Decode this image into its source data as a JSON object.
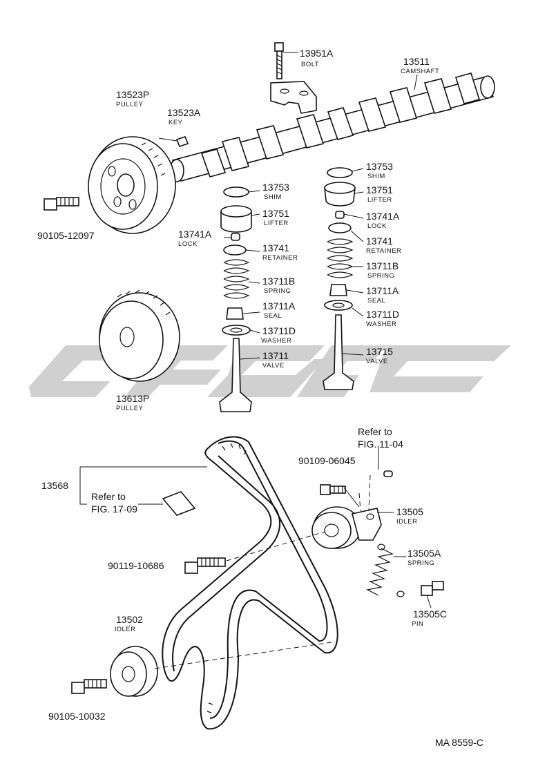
{
  "labels": {
    "bolt_13951a": {
      "pn": "13951A",
      "name": "BOLT"
    },
    "camshaft_13511": {
      "pn": "13511",
      "name": "CAMSHAFT"
    },
    "pulley_13523p": {
      "pn": "13523P",
      "name": "PULLEY"
    },
    "key_13523a": {
      "pn": "13523A",
      "name": "KEY"
    },
    "bolt_90105_12097": {
      "pn": "90105-12097"
    },
    "shim_left": {
      "pn": "13753",
      "name": "SHIM"
    },
    "lifter_left": {
      "pn": "13751",
      "name": "LIFTER"
    },
    "lock_left": {
      "pn": "13741A",
      "name": "LOCK"
    },
    "retainer_left": {
      "pn": "13741",
      "name": "RETAINER"
    },
    "spring_left": {
      "pn": "13711B",
      "name": "SPRING"
    },
    "seal_left": {
      "pn": "13711A",
      "name": "SEAL"
    },
    "washer_left": {
      "pn": "13711D",
      "name": "WASHER"
    },
    "valve_left": {
      "pn": "13711",
      "name": "VALVE"
    },
    "shim_right": {
      "pn": "13753",
      "name": "SHIM"
    },
    "lifter_right": {
      "pn": "13751",
      "name": "LIFTER"
    },
    "lock_right": {
      "pn": "13741A",
      "name": "LOCK"
    },
    "retainer_right": {
      "pn": "13741",
      "name": "RETAINER"
    },
    "spring_right": {
      "pn": "13711B",
      "name": "SPRING"
    },
    "seal_right": {
      "pn": "13711A",
      "name": "SEAL"
    },
    "washer_right": {
      "pn": "13711D",
      "name": "WASHER"
    },
    "valve_right": {
      "pn": "13715",
      "name": "VALVE"
    },
    "pulley_13613p": {
      "pn": "13613P",
      "name": "PULLEY"
    },
    "belt_13568": {
      "pn": "13568"
    },
    "bolt_90109_06045": {
      "pn": "90109-06045"
    },
    "idler_13505": {
      "pn": "13505",
      "name": "IDLER"
    },
    "spring_13505a": {
      "pn": "13505A",
      "name": "SPRING"
    },
    "pin_13505c": {
      "pn": "13505C",
      "name": "PIN"
    },
    "bolt_90119_10686": {
      "pn": "90119-10686"
    },
    "idler_13502": {
      "pn": "13502",
      "name": "IDLER"
    },
    "bolt_90105_10032": {
      "pn": "90105-10032"
    }
  },
  "refs": {
    "fig_11_04": {
      "line1": "Refer to",
      "line2": "FIG. 11-04"
    },
    "fig_17_09": {
      "line1": "Refer to",
      "line2": "FIG. 17-09"
    }
  },
  "diagram_code": "MA 8559-C",
  "watermark_color": "#c8c8c8"
}
